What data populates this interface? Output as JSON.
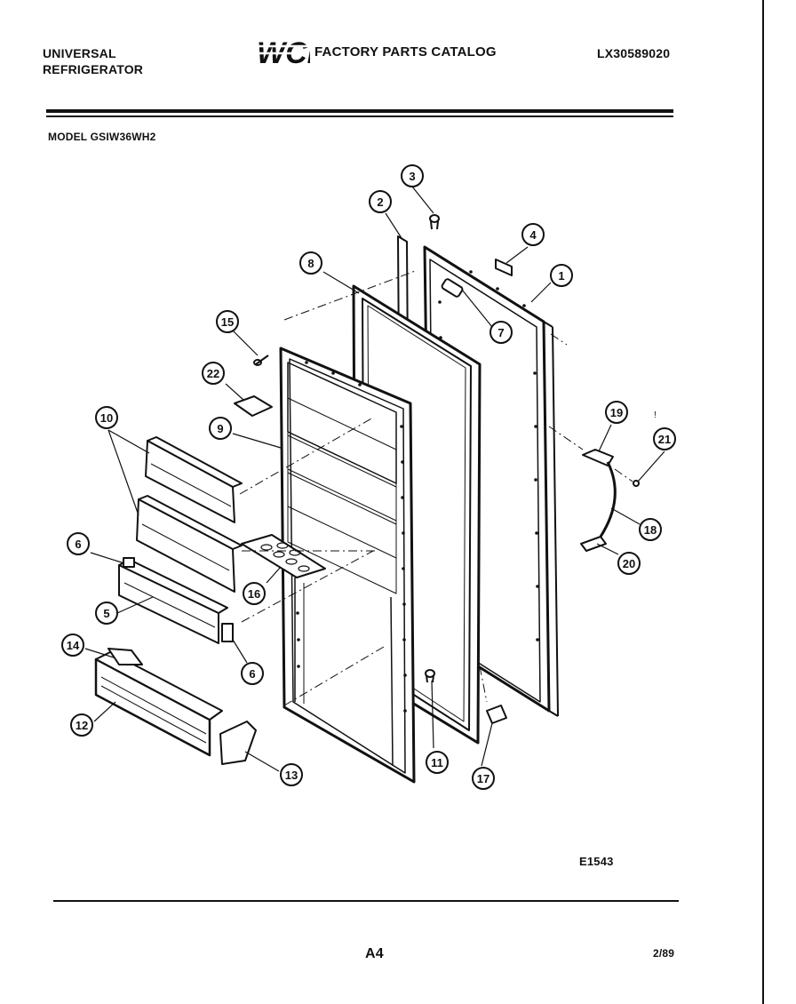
{
  "header": {
    "brand_line_1": "UNIVERSAL",
    "brand_line_2": "REFRIGERATOR",
    "catalog_title": "FACTORY PARTS CATALOG",
    "catalog_number": "LX30589020",
    "model": "MODEL GSIW36WH2"
  },
  "logo": {
    "text": "WCI"
  },
  "footer": {
    "figure_id": "E1543",
    "page_code": "A4",
    "date": "2/89"
  },
  "callouts": [
    "1",
    "2",
    "3",
    "4",
    "5",
    "6",
    "6",
    "7",
    "8",
    "9",
    "10",
    "11",
    "12",
    "13",
    "14",
    "15",
    "16",
    "17",
    "18",
    "19",
    "20",
    "21",
    "22"
  ]
}
